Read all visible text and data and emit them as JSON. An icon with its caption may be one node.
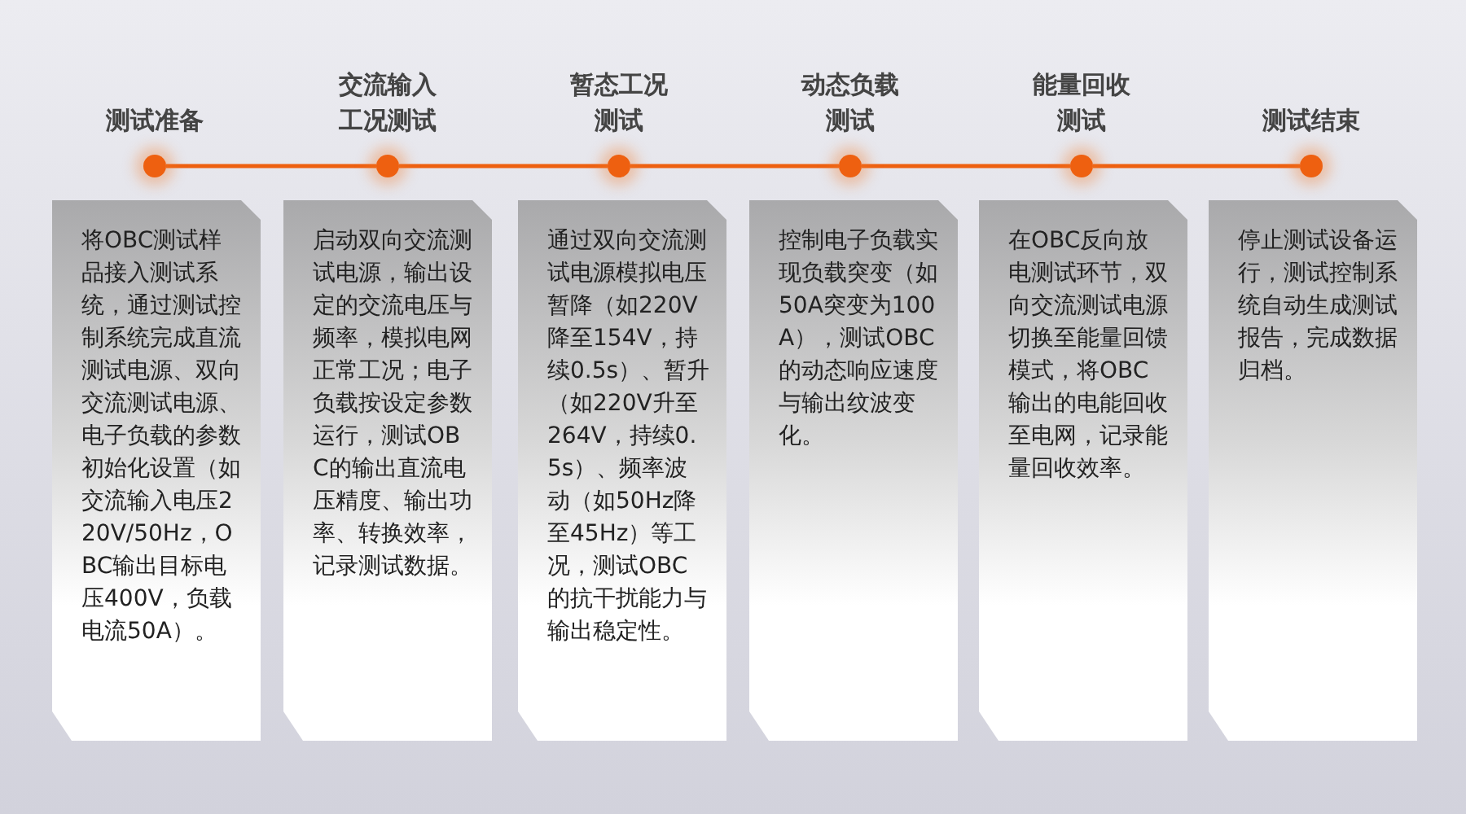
{
  "diagram": {
    "nodes": [
      {
        "text": [
          "测试准备"
        ]
      },
      {
        "text": [
          "交流输入工况测试"
        ]
      },
      {
        "text": [
          "暂态工况测试"
        ]
      },
      {
        "text": [
          "动态负载测试"
        ]
      },
      {
        "text": [
          "能量回收测试"
        ]
      },
      {
        "text": [
          "测试结束"
        ]
      },
      {
        "text": [
          "将OBC测试样品接入测试系统，通过测试控制系统完成直流测试电源、双向交流测试电源、电子负载的参数初始化设置（如交流输入电压220V/50Hz，OBC输出目标电压400V，负载电流50A）。"
        ]
      },
      {
        "text": [
          "启动双向交流测试电源，输出设定的交流电压与频率，模拟电网正常工况；电子负载按设定参数运行，测试OBC的输出直流电压精度、输出功率、转换效率，记录测试数据。"
        ]
      },
      {
        "text": [
          "通过双向交流测试电源模拟电压暂降（如220V降至154V，持续0.5s）、暂升（如220V升至264V，持续0.5s）、频率波动（如50Hz降至45Hz）等工况，测试OBC的抗干扰能力与输出稳定性。"
        ]
      },
      {
        "text": [
          "控制电子负载实现负载突变（如50A突变为100A），测试OBC的动态响应速度与输出纹波变化。"
        ]
      },
      {
        "text": [
          "在OBC反向放电测试环节，双向交流测试电源切换至能量回馈模式，将OBC输出的电能回收至电网，记录能量回收效率。"
        ]
      },
      {
        "text": [
          "停止测试设备运行，测试控制系统自动生成测试报告，完成数据归档。"
        ]
      }
    ],
    "edges": [
      {
        "from": 0,
        "to": 1,
        "arrow": "none"
      },
      {
        "from": 1,
        "to": 2,
        "arrow": "none"
      },
      {
        "from": 2,
        "to": 3,
        "arrow": "none"
      },
      {
        "from": 3,
        "to": 4,
        "arrow": "none"
      },
      {
        "from": 4,
        "to": 5,
        "arrow": "none"
      }
    ]
  }
}
